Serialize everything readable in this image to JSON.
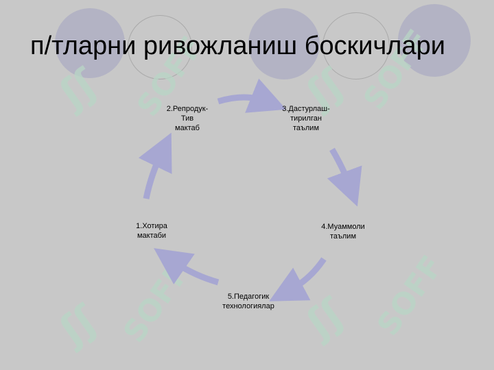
{
  "slide": {
    "title": "п/тларни ривожланиш боскичлари",
    "background_color": "#c8c8c8",
    "arrow_color": "#a7a7d2",
    "decor_filled_color": "#b3b3c4"
  },
  "cycle": {
    "nodes": [
      {
        "lines": [
          "1.Хотира",
          "мактаби"
        ]
      },
      {
        "lines": [
          "2.Репродук-",
          "Тив",
          "мактаб"
        ]
      },
      {
        "lines": [
          "3.Дастурлаш-",
          "тирилган",
          "таълим"
        ]
      },
      {
        "lines": [
          "4.Муаммоли",
          "таълим"
        ]
      },
      {
        "lines": [
          "5.Педагогик",
          "технологиялар"
        ]
      }
    ]
  },
  "watermark": {
    "text": "SOFF",
    "logo_glyph": "ʃʃ",
    "color": "#b9d6c6"
  }
}
